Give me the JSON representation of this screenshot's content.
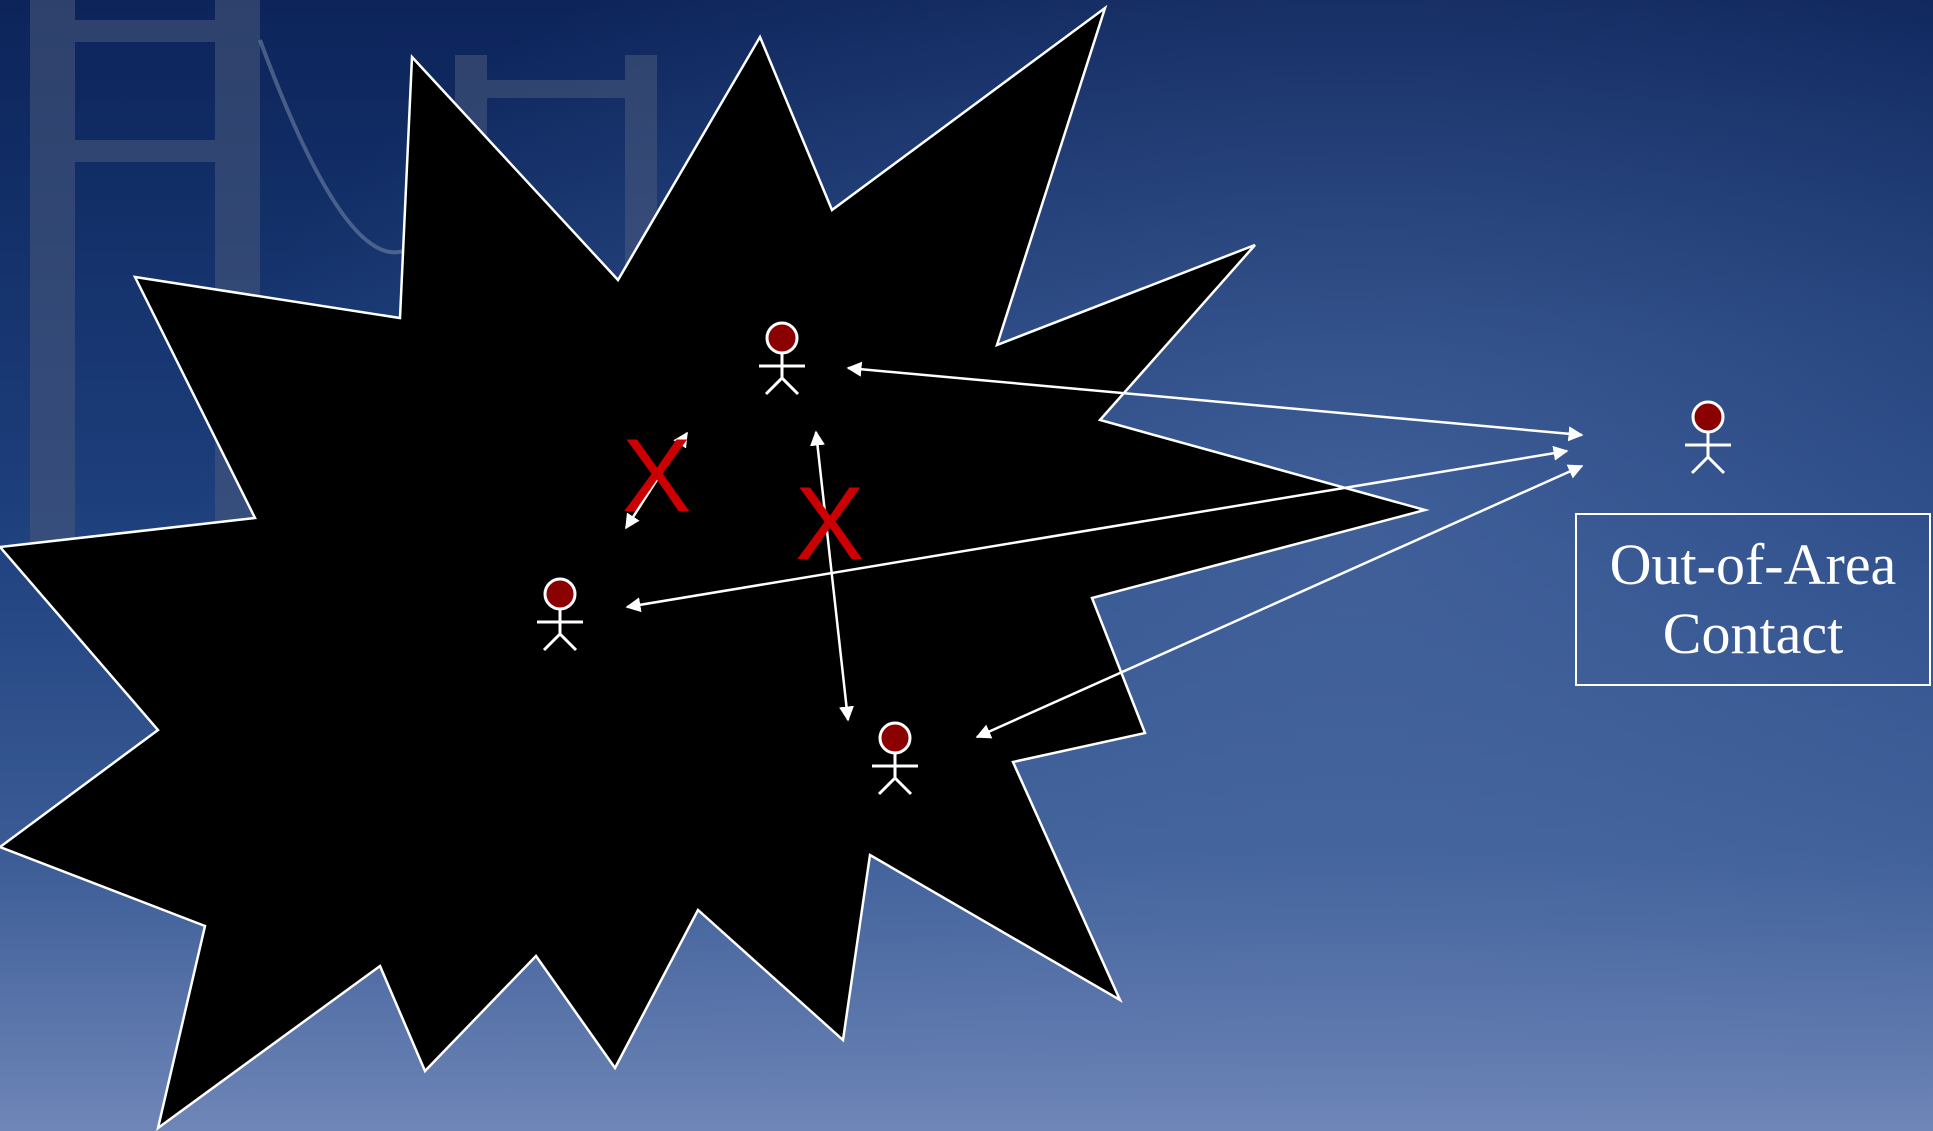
{
  "colors": {
    "background": "#16336a",
    "burst_fill": "#000000",
    "outline": "#ffffff",
    "person_head": "#8b0000",
    "cross_mark": "#cc0000"
  },
  "icons": {
    "person": "stick-figure-person-icon",
    "cross": "red-x-cross-mark"
  },
  "contact_box": {
    "line1": "Out-of-Area",
    "line2": "Contact"
  },
  "cross_marks": [
    "X",
    "X"
  ]
}
